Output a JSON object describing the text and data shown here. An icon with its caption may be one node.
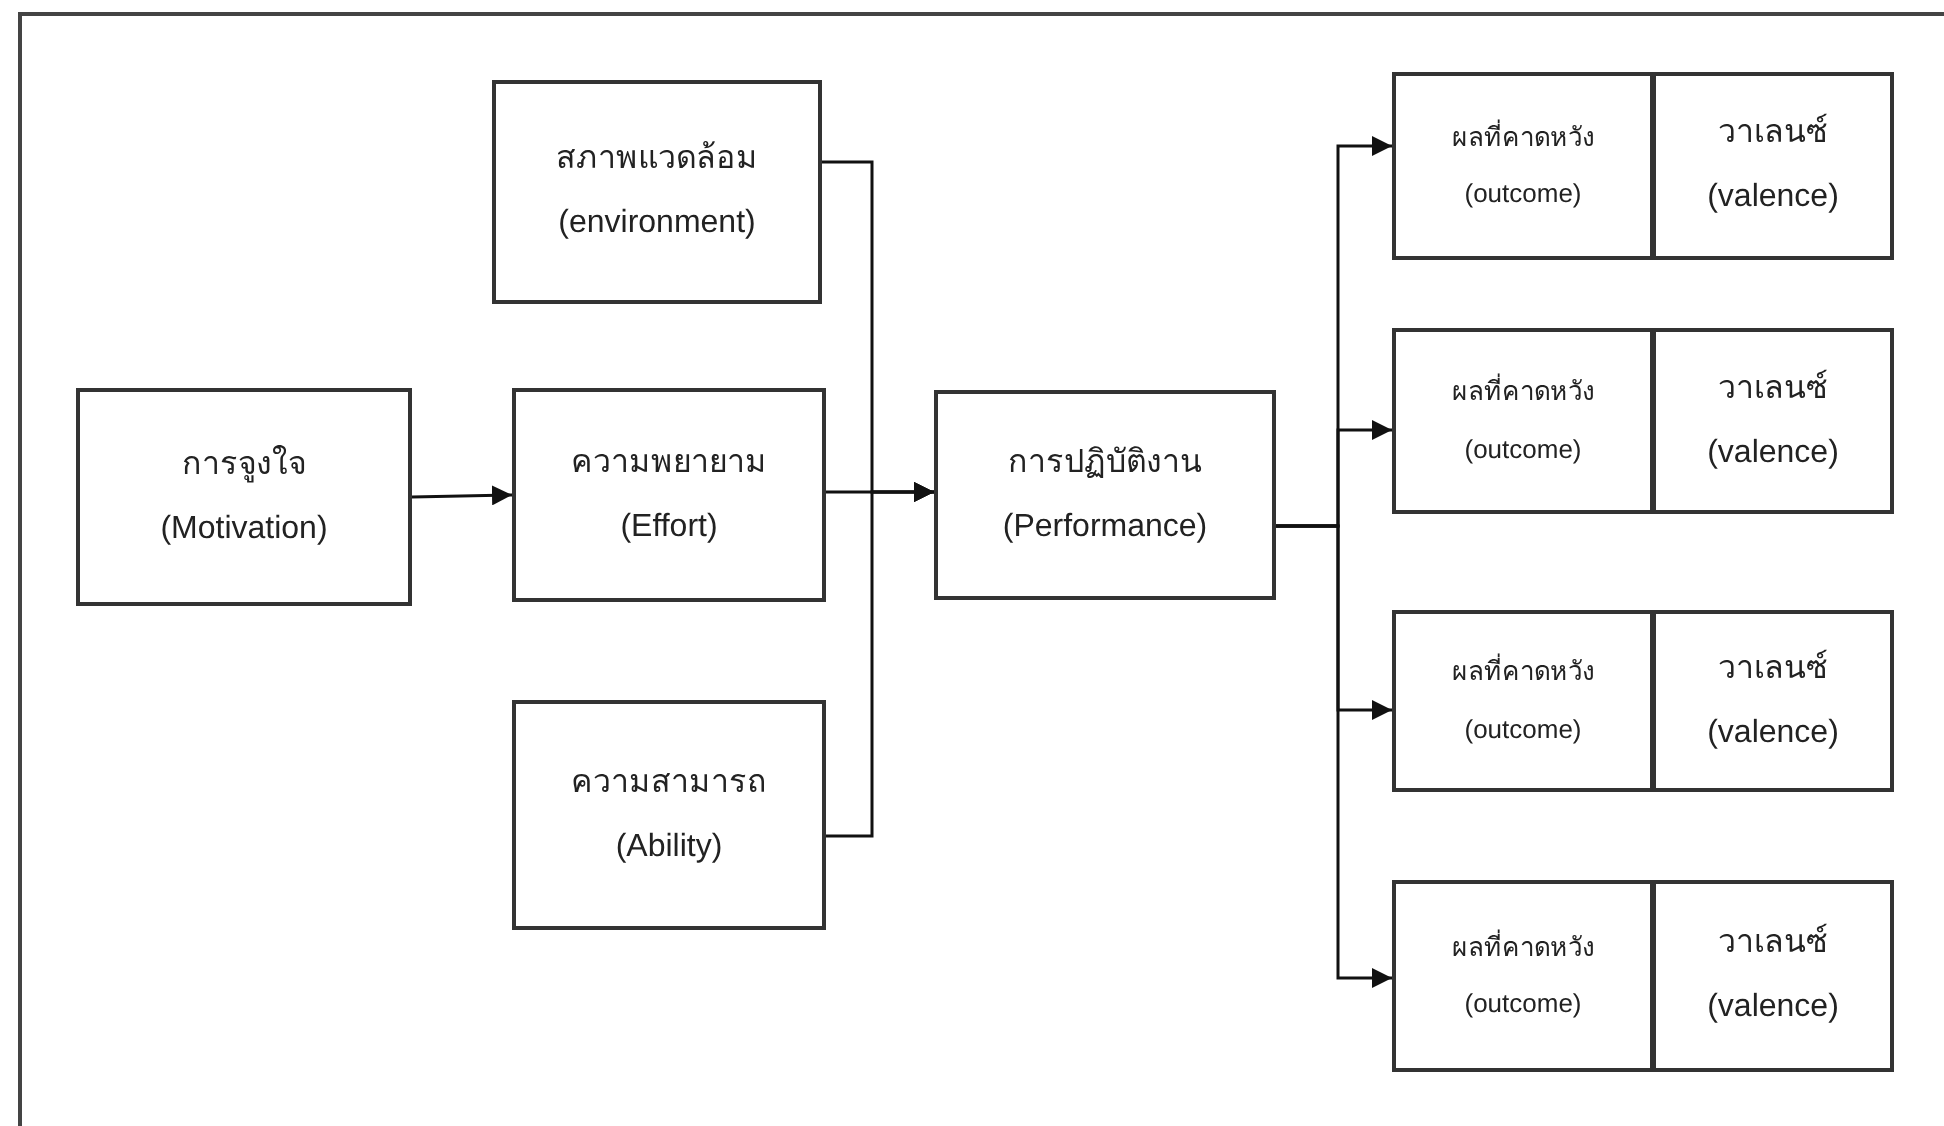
{
  "diagram": {
    "nodes": [
      {
        "text": [
          "การจูงใจ",
          "(Motivation)"
        ]
      },
      {
        "text": [
          "สภาพแวดล้อม",
          "(environment)"
        ]
      },
      {
        "text": [
          "ความพยายาม",
          "(Effort)"
        ]
      },
      {
        "text": [
          "ความสามารถ",
          "(Ability)"
        ]
      },
      {
        "text": [
          "การปฏิบัติงาน",
          "(Performance)"
        ]
      },
      {
        "text": [
          "ผลที่คาดหวัง",
          "(outcome)"
        ]
      },
      {
        "text": [
          "วาเลนซ์",
          "(valence)"
        ]
      },
      {
        "text": [
          "ผลที่คาดหวัง",
          "(outcome)"
        ]
      },
      {
        "text": [
          "วาเลนซ์",
          "(valence)"
        ]
      },
      {
        "text": [
          "ผลที่คาดหวัง",
          "(outcome)"
        ]
      },
      {
        "text": [
          "วาเลนซ์",
          "(valence)"
        ]
      },
      {
        "text": [
          "ผลที่คาดหวัง",
          "(outcome)"
        ]
      },
      {
        "text": [
          "วาเลนซ์",
          "(valence)"
        ]
      }
    ],
    "edges": [
      {
        "from": 0,
        "to": 2,
        "arrow": "to"
      },
      {
        "from": 1,
        "to": 4,
        "arrow": "to"
      },
      {
        "from": 2,
        "to": 4,
        "arrow": "to"
      },
      {
        "from": 3,
        "to": 4,
        "arrow": "to"
      },
      {
        "from": 4,
        "to": 5,
        "arrow": "to"
      },
      {
        "from": 4,
        "to": 7,
        "arrow": "to"
      },
      {
        "from": 4,
        "to": 9,
        "arrow": "to"
      },
      {
        "from": 4,
        "to": 11,
        "arrow": "to"
      }
    ]
  }
}
